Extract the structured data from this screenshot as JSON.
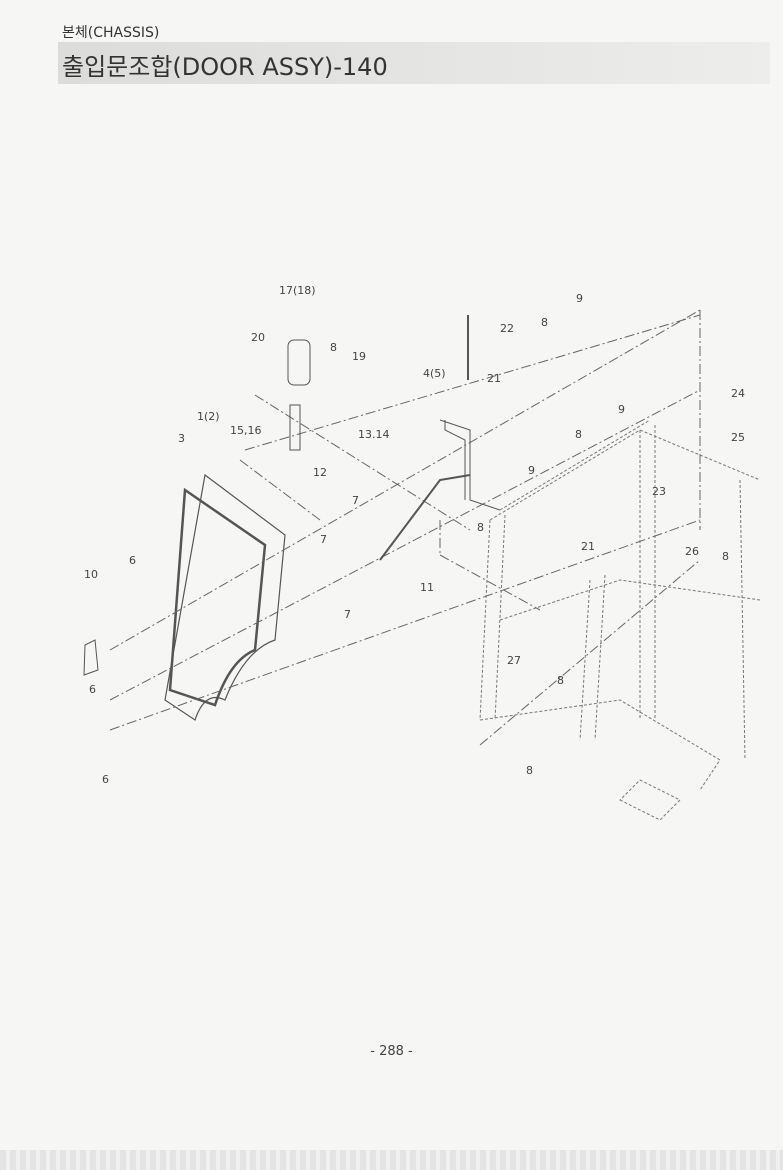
{
  "header": {
    "section": "본체(CHASSIS)",
    "title": "출입문조합(DOOR ASSY)-140"
  },
  "callouts": [
    "17(18)",
    "20",
    "8",
    "19",
    "1(2)",
    "15,16",
    "13.14",
    "3",
    "12",
    "7",
    "7",
    "7",
    "10",
    "6",
    "6",
    "6",
    "22",
    "8",
    "9",
    "4(5)",
    "21",
    "9",
    "8",
    "24",
    "25",
    "9",
    "23",
    "8",
    "11",
    "21",
    "26",
    "8",
    "27",
    "8",
    "8"
  ],
  "page_number": "- 288 -"
}
